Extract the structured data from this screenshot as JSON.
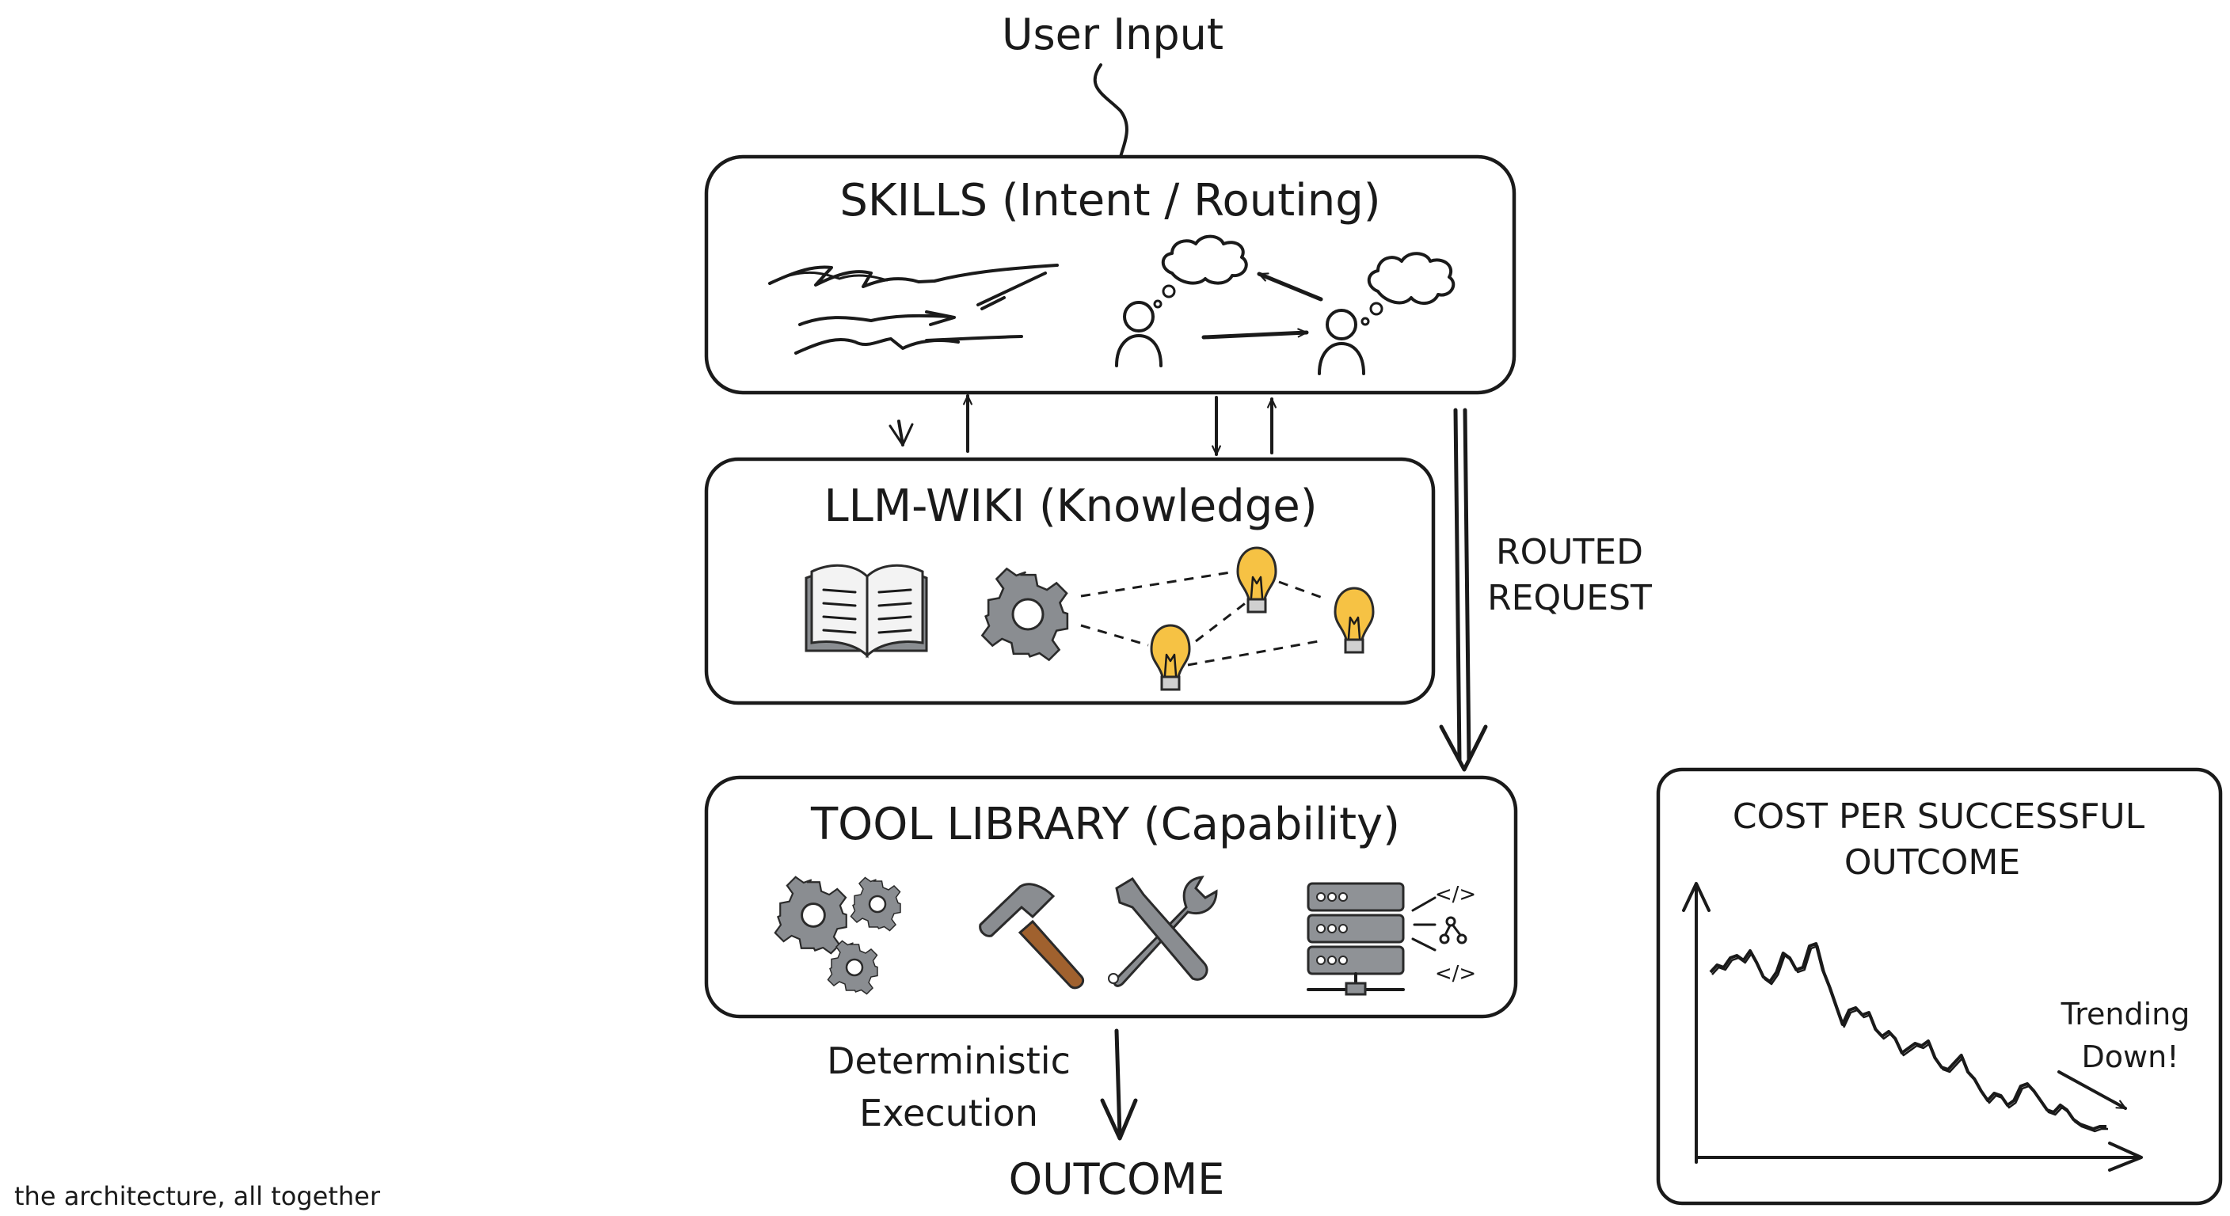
{
  "diagram": {
    "input_label": "User Input",
    "skills": {
      "title": "SKILLS (Intent / Routing)"
    },
    "wiki": {
      "title": "LLM-WIKI (Knowledge)"
    },
    "tools": {
      "title": "TOOL LIBRARY (Capability)"
    },
    "routed_label_line1": "ROUTED",
    "routed_label_line2": "REQUEST",
    "execution_label_line1": "Deterministic",
    "execution_label_line2": "Execution",
    "outcome_label": "OUTCOME",
    "caption": "the architecture, all together",
    "icons": [
      "scribble-icon",
      "person-icon",
      "thought-cloud-icon",
      "book-icon",
      "gear-icon",
      "lightbulb-icon",
      "hammer-icon",
      "wrench-screwdriver-icon",
      "server-icon",
      "code-icon"
    ]
  },
  "cost_chart": {
    "title_line1": "COST PER SUCCESSFUL",
    "title_line2": "OUTCOME",
    "annotation_line1": "Trending",
    "annotation_line2": "Down!"
  },
  "chart_data": {
    "type": "line",
    "title": "COST PER SUCCESSFUL OUTCOME",
    "xlabel": "",
    "ylabel": "",
    "x": [
      0,
      1,
      2,
      3,
      4,
      5,
      6,
      7,
      8,
      9,
      10,
      11,
      12,
      13,
      14,
      15,
      16,
      17,
      18,
      19,
      20,
      21,
      22,
      23,
      24,
      25,
      26,
      27,
      28,
      29,
      30,
      31,
      32,
      33,
      34,
      35,
      36,
      37,
      38,
      39,
      40,
      41,
      42,
      43,
      44,
      45,
      46,
      47,
      48,
      49,
      50,
      51,
      52,
      53,
      54,
      55,
      56,
      57,
      58,
      59,
      60
    ],
    "series": [
      {
        "values": [
          0.74,
          0.77,
          0.76,
          0.8,
          0.81,
          0.79,
          0.83,
          0.78,
          0.72,
          0.7,
          0.74,
          0.82,
          0.8,
          0.75,
          0.76,
          0.85,
          0.86,
          0.75,
          0.68,
          0.6,
          0.52,
          0.58,
          0.59,
          0.56,
          0.57,
          0.5,
          0.47,
          0.49,
          0.46,
          0.4,
          0.42,
          0.44,
          0.43,
          0.45,
          0.38,
          0.34,
          0.33,
          0.36,
          0.39,
          0.32,
          0.29,
          0.24,
          0.2,
          0.23,
          0.22,
          0.18,
          0.2,
          0.26,
          0.27,
          0.24,
          0.2,
          0.16,
          0.15,
          0.18,
          0.16,
          0.12,
          0.1,
          0.09,
          0.08,
          0.09,
          0.09
        ]
      }
    ],
    "annotations": [
      "Trending Down!"
    ],
    "grid": false,
    "legend": "none"
  },
  "colors": {
    "ink": "#1a1a1a",
    "gear": "#8a8d91",
    "bulb": "#f6c244",
    "hammer_handle": "#a0612e",
    "server": "#8f9296"
  }
}
